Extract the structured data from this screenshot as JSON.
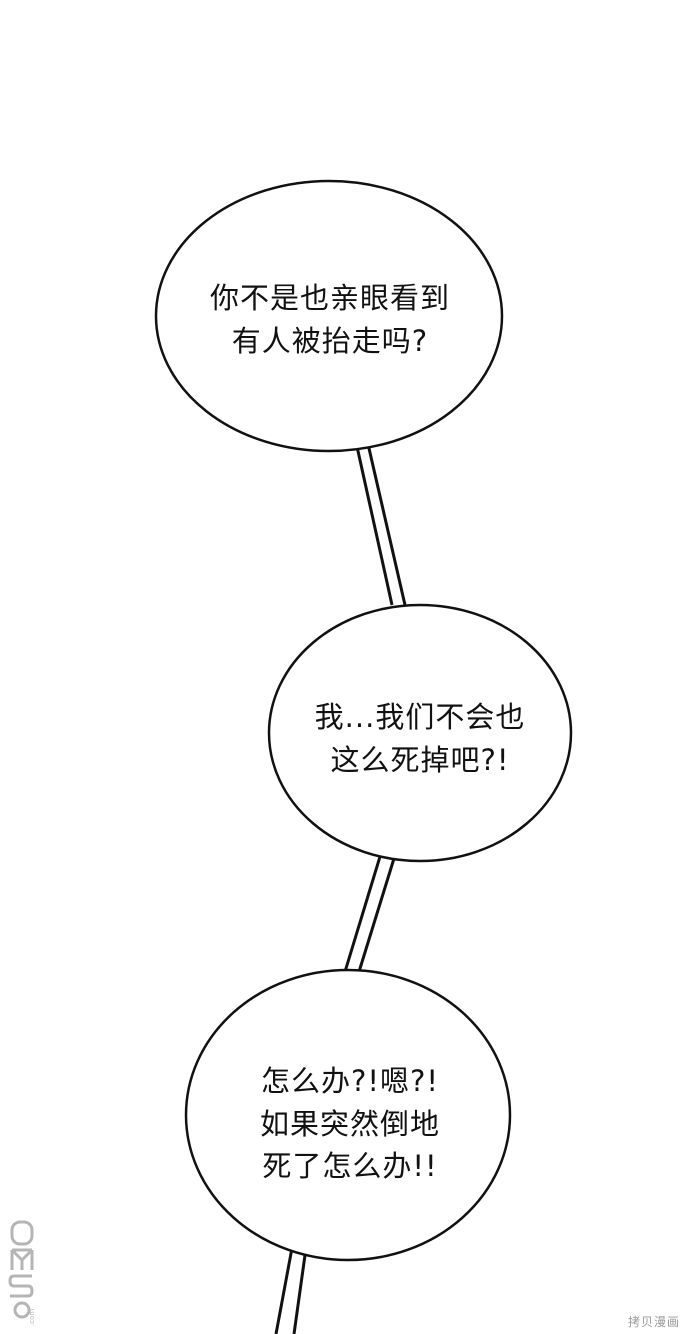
{
  "bubbles": [
    {
      "lines": [
        "你不是也亲眼看到",
        "有人被抬走吗?"
      ]
    },
    {
      "lines": [
        "我...我们不会也",
        "这么死掉吧?!"
      ]
    },
    {
      "lines": [
        "怎么办?!嗯?!",
        "如果突然倒地",
        "死了怎么办!!"
      ]
    }
  ],
  "watermark": {
    "corner_text": "拷贝漫画",
    "logo_text": "DMZJ.com"
  }
}
